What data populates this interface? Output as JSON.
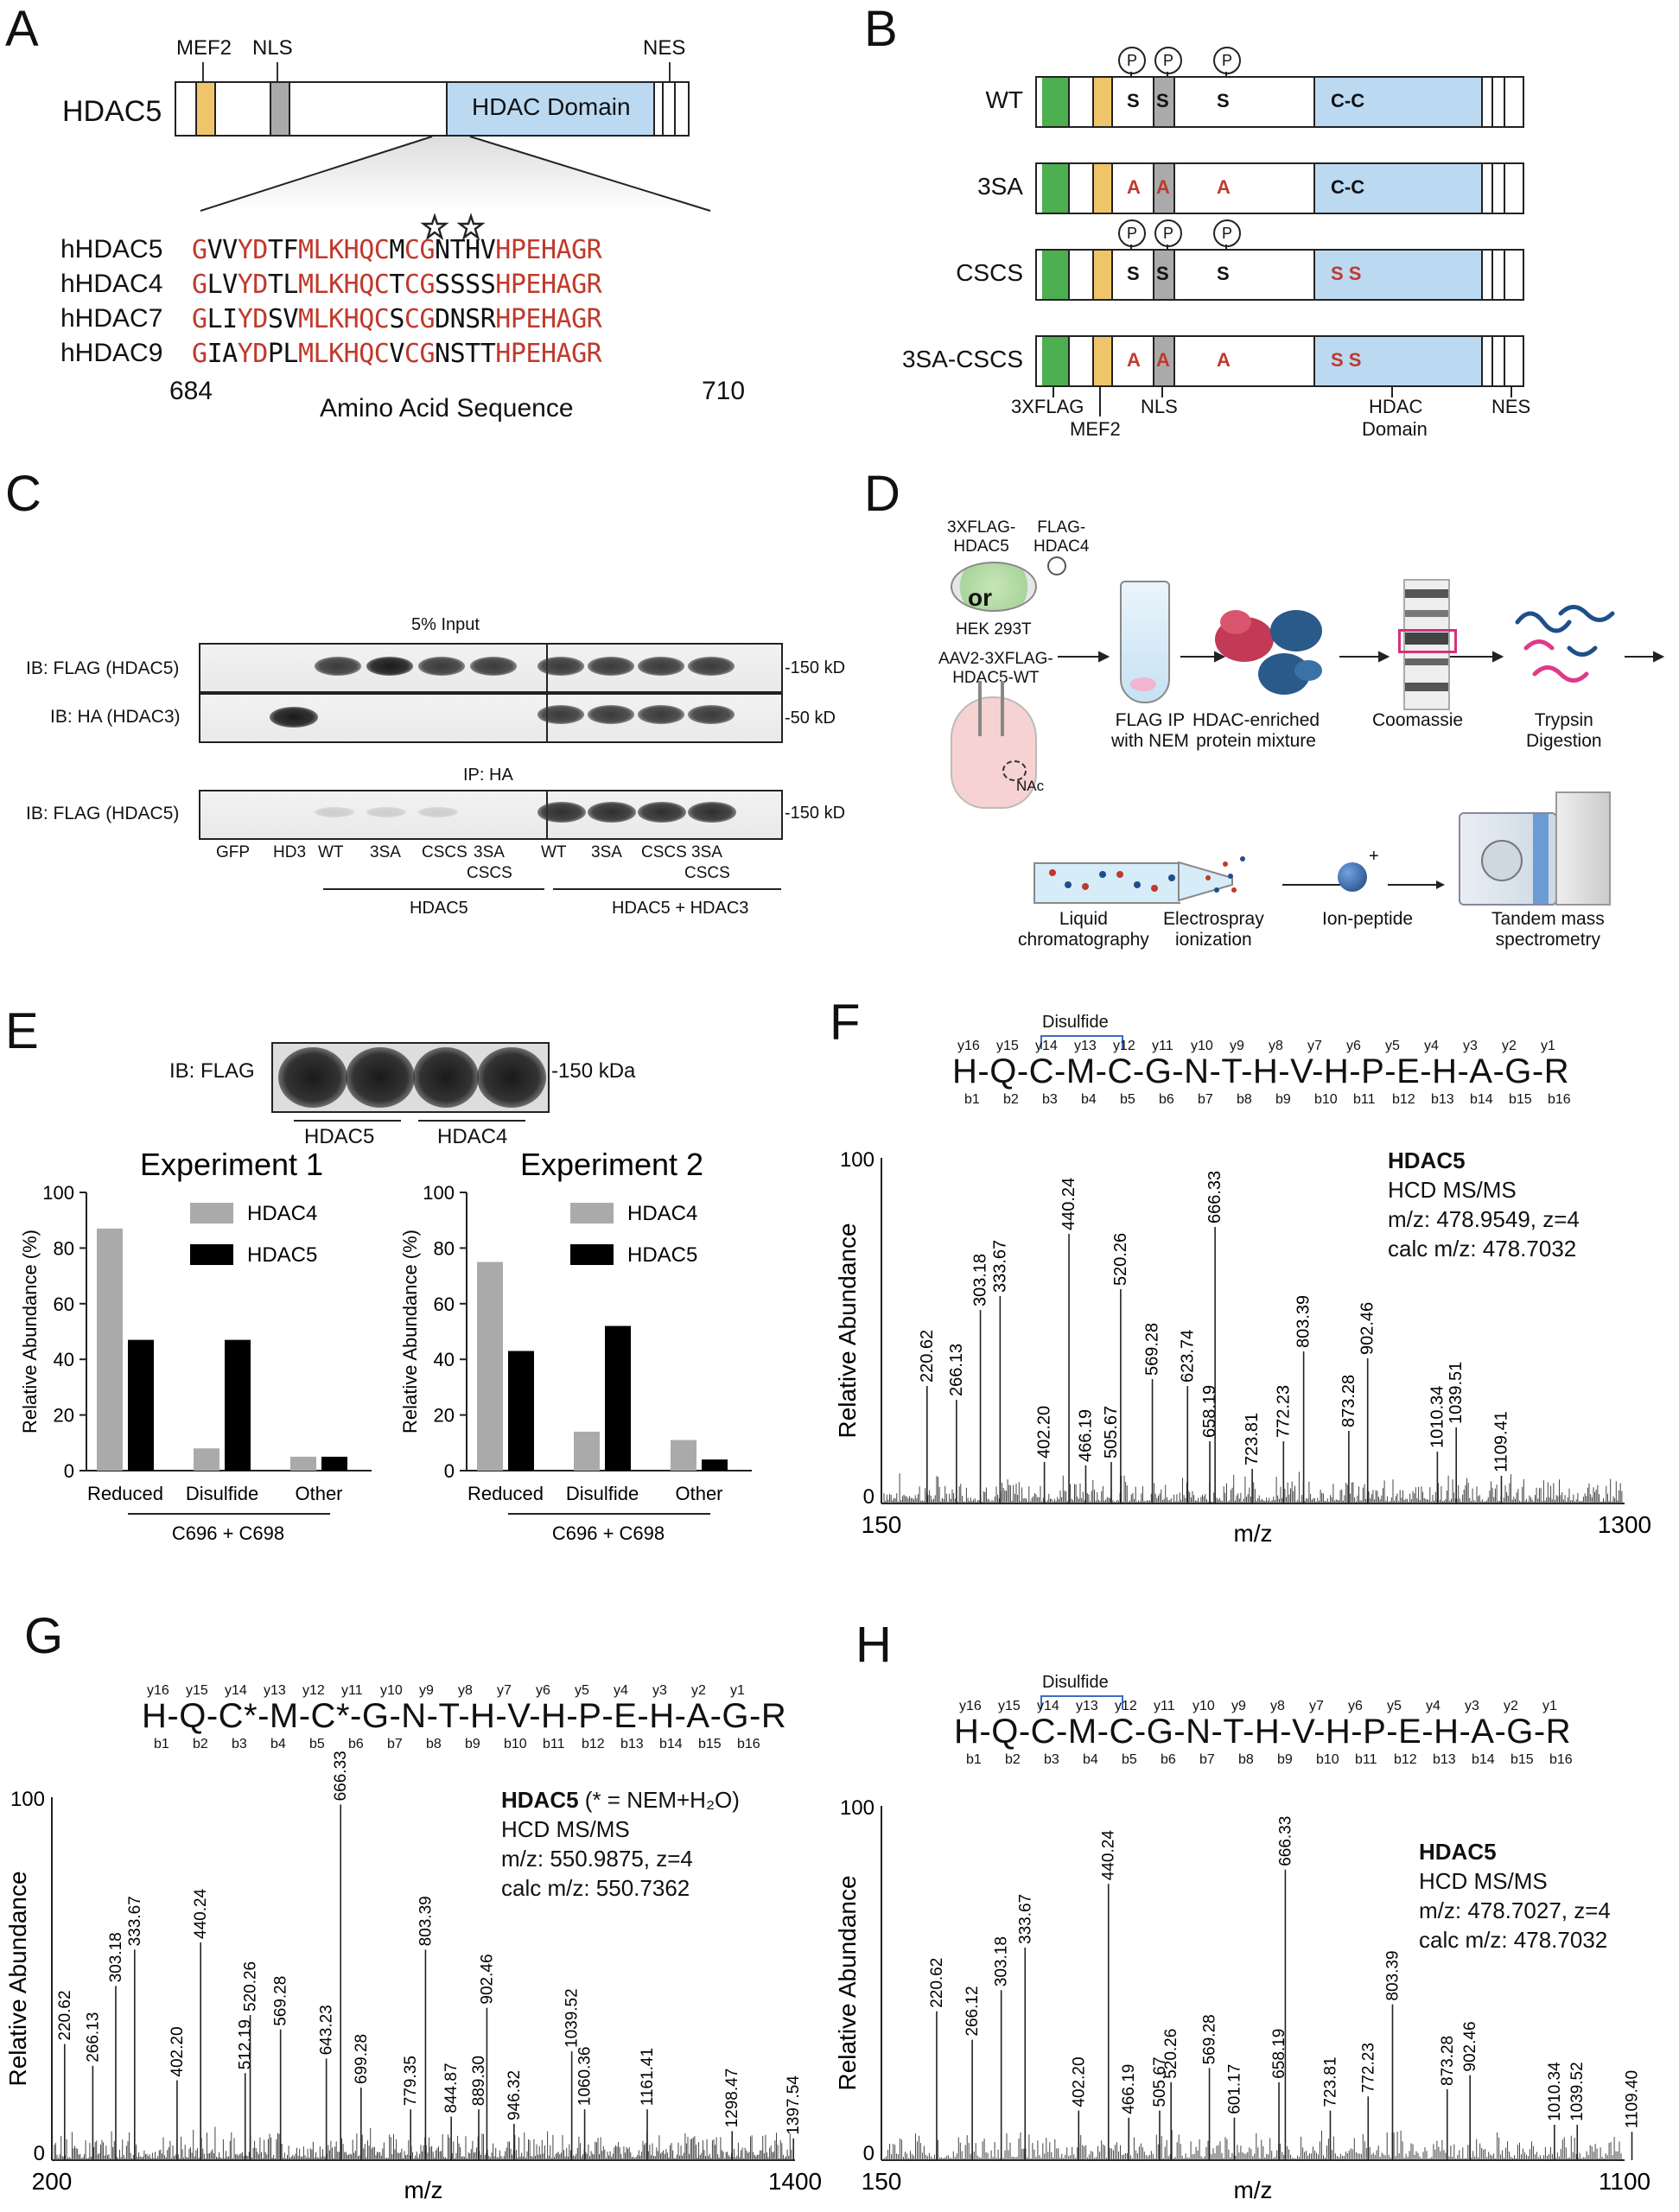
{
  "panels": [
    "A",
    "B",
    "C",
    "D",
    "E",
    "F",
    "G",
    "H"
  ],
  "A": {
    "protein": "HDAC5",
    "labels": [
      "MEF2",
      "NLS",
      "NES",
      "HDAC Domain"
    ],
    "seqs": [
      {
        "name": "hHDAC5",
        "seq": "GVVYDTFMLKHQCMCGNTHVHPEHAGR"
      },
      {
        "name": "hHDAC4",
        "seq": "GLVYDTLMLKHQCTCGSSSSHPEHAGR"
      },
      {
        "name": "hHDAC7",
        "seq": "GLIYDSVMLKHQCSCGDNSRHPEHAGR"
      },
      {
        "name": "hHDAC9",
        "seq": "GIAYDPLMLKHQCVCGNSTTHPEHAGR"
      }
    ],
    "start": "684",
    "end": "710",
    "xlabel": "Amino Acid Sequence"
  },
  "B": {
    "constructs": [
      {
        "name": "WT",
        "s1": "S",
        "s2": "S",
        "s3": "S",
        "cc": "C-C",
        "phos": true
      },
      {
        "name": "3SA",
        "s1": "A",
        "s2": "A",
        "s3": "A",
        "cc": "C-C",
        "phos": false
      },
      {
        "name": "CSCS",
        "s1": "S",
        "s2": "S",
        "s3": "S",
        "cc": "S S",
        "phos": true
      },
      {
        "name": "3SA-CSCS",
        "s1": "A",
        "s2": "A",
        "s3": "A",
        "cc": "S S",
        "phos": false
      }
    ],
    "p": "P",
    "bottom": [
      "3XFLAG",
      "MEF2",
      "NLS",
      "HDAC",
      "Domain",
      "NES"
    ]
  },
  "C": {
    "input_title": "5% Input",
    "ip_title": "IP: HA",
    "rows": [
      "IB: FLAG (HDAC5)",
      "IB: HA (HDAC3)",
      "IB: FLAG (HDAC5)"
    ],
    "mw": [
      "-150 kD",
      "-50 kD",
      "-150 kD"
    ],
    "lanes": [
      "GFP",
      "HD3",
      "WT",
      "3SA",
      "CSCS",
      "3SA",
      "WT",
      "3SA",
      "CSCS",
      "3SA"
    ],
    "lanes2": [
      "CSCS",
      "CSCS"
    ],
    "groups": [
      "HDAC5",
      "HDAC5 + HDAC3"
    ]
  },
  "D": {
    "labels": [
      "3XFLAG-",
      "HDAC5",
      "FLAG-",
      "HDAC4",
      "or",
      "HEK 293T",
      "AAV2-3XFLAG-",
      "HDAC5-WT",
      "NAc",
      "FLAG IP",
      "with NEM",
      "HDAC-enriched",
      "protein mixture",
      "Coomassie",
      "Trypsin",
      "Digestion",
      "Liquid",
      "chromatography",
      "Electrospray",
      "ionization",
      "Ion-peptide",
      "Tandem mass",
      "spectrometry",
      "+"
    ]
  },
  "E": {
    "blot_label": "IB: FLAG",
    "mw": "-150 kDa",
    "groups": [
      "HDAC5",
      "HDAC4"
    ],
    "footer": "C696 + C698",
    "ylabel": "Relative Abundance (%)"
  },
  "chart_data": [
    {
      "type": "bar",
      "title": "Experiment 1",
      "categories": [
        "Reduced",
        "Disulfide",
        "Other"
      ],
      "series": [
        {
          "name": "HDAC4",
          "values": [
            87,
            8,
            5
          ],
          "color": "#aaaaaa"
        },
        {
          "name": "HDAC5",
          "values": [
            47,
            47,
            5
          ],
          "color": "#000000"
        }
      ],
      "ylabel": "Relative Abundance (%)",
      "ylim": [
        0,
        100
      ],
      "yticks": [
        "0",
        "20",
        "40",
        "60",
        "80",
        "100"
      ]
    },
    {
      "type": "bar",
      "title": "Experiment 2",
      "categories": [
        "Reduced",
        "Disulfide",
        "Other"
      ],
      "series": [
        {
          "name": "HDAC4",
          "values": [
            75,
            14,
            11
          ],
          "color": "#aaaaaa"
        },
        {
          "name": "HDAC5",
          "values": [
            43,
            52,
            4
          ],
          "color": "#000000"
        }
      ],
      "ylabel": "Relative Abundance (%)",
      "ylim": [
        0,
        100
      ],
      "yticks": [
        "0",
        "20",
        "40",
        "60",
        "80",
        "100"
      ]
    }
  ],
  "F": {
    "bond": "Disulfide",
    "ytop": [
      "y16",
      "y15",
      "y14",
      "y13",
      "y12",
      "y11",
      "y10",
      "y9",
      "y8",
      "y7",
      "y6",
      "y5",
      "y4",
      "y3",
      "y2",
      "y1"
    ],
    "peptide": "H-Q-C-M-C-G-N-T-H-V-H-P-E-H-A-G-R",
    "bbot": [
      "b1",
      "b2",
      "b3",
      "b4",
      "b5",
      "b6",
      "b7",
      "b8",
      "b9",
      "b10",
      "b11",
      "b12",
      "b13",
      "b14",
      "b15",
      "b16"
    ],
    "title": "HDAC5",
    "method": "HCD MS/MS",
    "mz": "m/z: 478.9549, z=4",
    "calc": "calc m/z: 478.7032",
    "ylabel": "Relative Abundance",
    "xlabel": "m/z",
    "xmin": "150",
    "xmax": "1300",
    "ymax": "100",
    "yzero": "0",
    "peaks": [
      "220.62",
      "266.13",
      "303.18",
      "333.67",
      "402.20",
      "440.24",
      "466.19",
      "505.67",
      "520.26",
      "569.28",
      "623.74",
      "658.19",
      "666.33",
      "723.81",
      "772.23",
      "803.39",
      "873.28",
      "902.46",
      "1010.34",
      "1039.51",
      "1109.41"
    ]
  },
  "G": {
    "ytop": [
      "y16",
      "y15",
      "y14",
      "y13",
      "y12",
      "y11",
      "y10",
      "y9",
      "y8",
      "y7",
      "y6",
      "y5",
      "y4",
      "y3",
      "y2",
      "y1"
    ],
    "peptide": "H-Q-C*-M-C*-G-N-T-H-V-H-P-E-H-A-G-R",
    "bbot": [
      "b1",
      "b2",
      "b3",
      "b4",
      "b5",
      "b6",
      "b7",
      "b8",
      "b9",
      "b10",
      "b11",
      "b12",
      "b13",
      "b14",
      "b15",
      "b16"
    ],
    "title": "HDAC5",
    "note": "(* = NEM+H₂O)",
    "method": "HCD MS/MS",
    "mz": "m/z: 550.9875, z=4",
    "calc": "calc m/z: 550.7362",
    "ylabel": "Relative Abundance",
    "xlabel": "m/z",
    "xmin": "200",
    "xmax": "1400",
    "ymax": "100",
    "yzero": "0",
    "peaks": [
      "220.62",
      "266.13",
      "303.18",
      "333.67",
      "402.20",
      "440.24",
      "512.19",
      "520.26",
      "569.28",
      "643.23",
      "666.33",
      "699.28",
      "779.35",
      "803.39",
      "844.87",
      "889.30",
      "902.46",
      "946.32",
      "1039.52",
      "1060.36",
      "1161.41",
      "1298.47",
      "1397.54"
    ]
  },
  "H": {
    "bond": "Disulfide",
    "ytop": [
      "y16",
      "y15",
      "y14",
      "y13",
      "y12",
      "y11",
      "y10",
      "y9",
      "y8",
      "y7",
      "y6",
      "y5",
      "y4",
      "y3",
      "y2",
      "y1"
    ],
    "peptide": "H-Q-C-M-C-G-N-T-H-V-H-P-E-H-A-G-R",
    "bbot": [
      "b1",
      "b2",
      "b3",
      "b4",
      "b5",
      "b6",
      "b7",
      "b8",
      "b9",
      "b10",
      "b11",
      "b12",
      "b13",
      "b14",
      "b15",
      "b16"
    ],
    "title": "HDAC5",
    "method": "HCD MS/MS",
    "mz": "m/z: 478.7027, z=4",
    "calc": "calc m/z: 478.7032",
    "ylabel": "Relative Abundance",
    "xlabel": "m/z",
    "xmin": "150",
    "xmax": "1100",
    "ymax": "100",
    "yzero": "0",
    "peaks": [
      "220.62",
      "266.12",
      "303.18",
      "333.67",
      "402.20",
      "440.24",
      "466.19",
      "505.67",
      "520.26",
      "569.28",
      "601.17",
      "658.19",
      "666.33",
      "723.81",
      "772.23",
      "803.39",
      "873.28",
      "902.46",
      "1010.34",
      "1039.52",
      "1109.40"
    ]
  }
}
